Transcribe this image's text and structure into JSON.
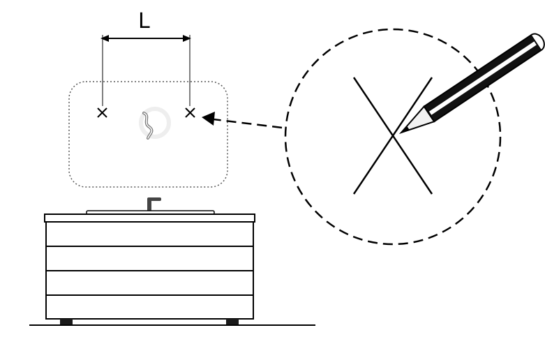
{
  "diagram": {
    "dimension_label": "L",
    "colors": {
      "stroke": "#000000",
      "background": "#ffffff",
      "pencil_body": "#111111",
      "pencil_stripe": "#ffffff",
      "pencil_wood": "#f2f2f2",
      "floor_feet": "#1a1a1a"
    },
    "icons": {
      "mark_left": "cross-mark",
      "mark_right": "cross-mark",
      "magnified_mark": "large-cross",
      "tool": "pencil-icon",
      "center_logo": "swirl-logo"
    }
  }
}
